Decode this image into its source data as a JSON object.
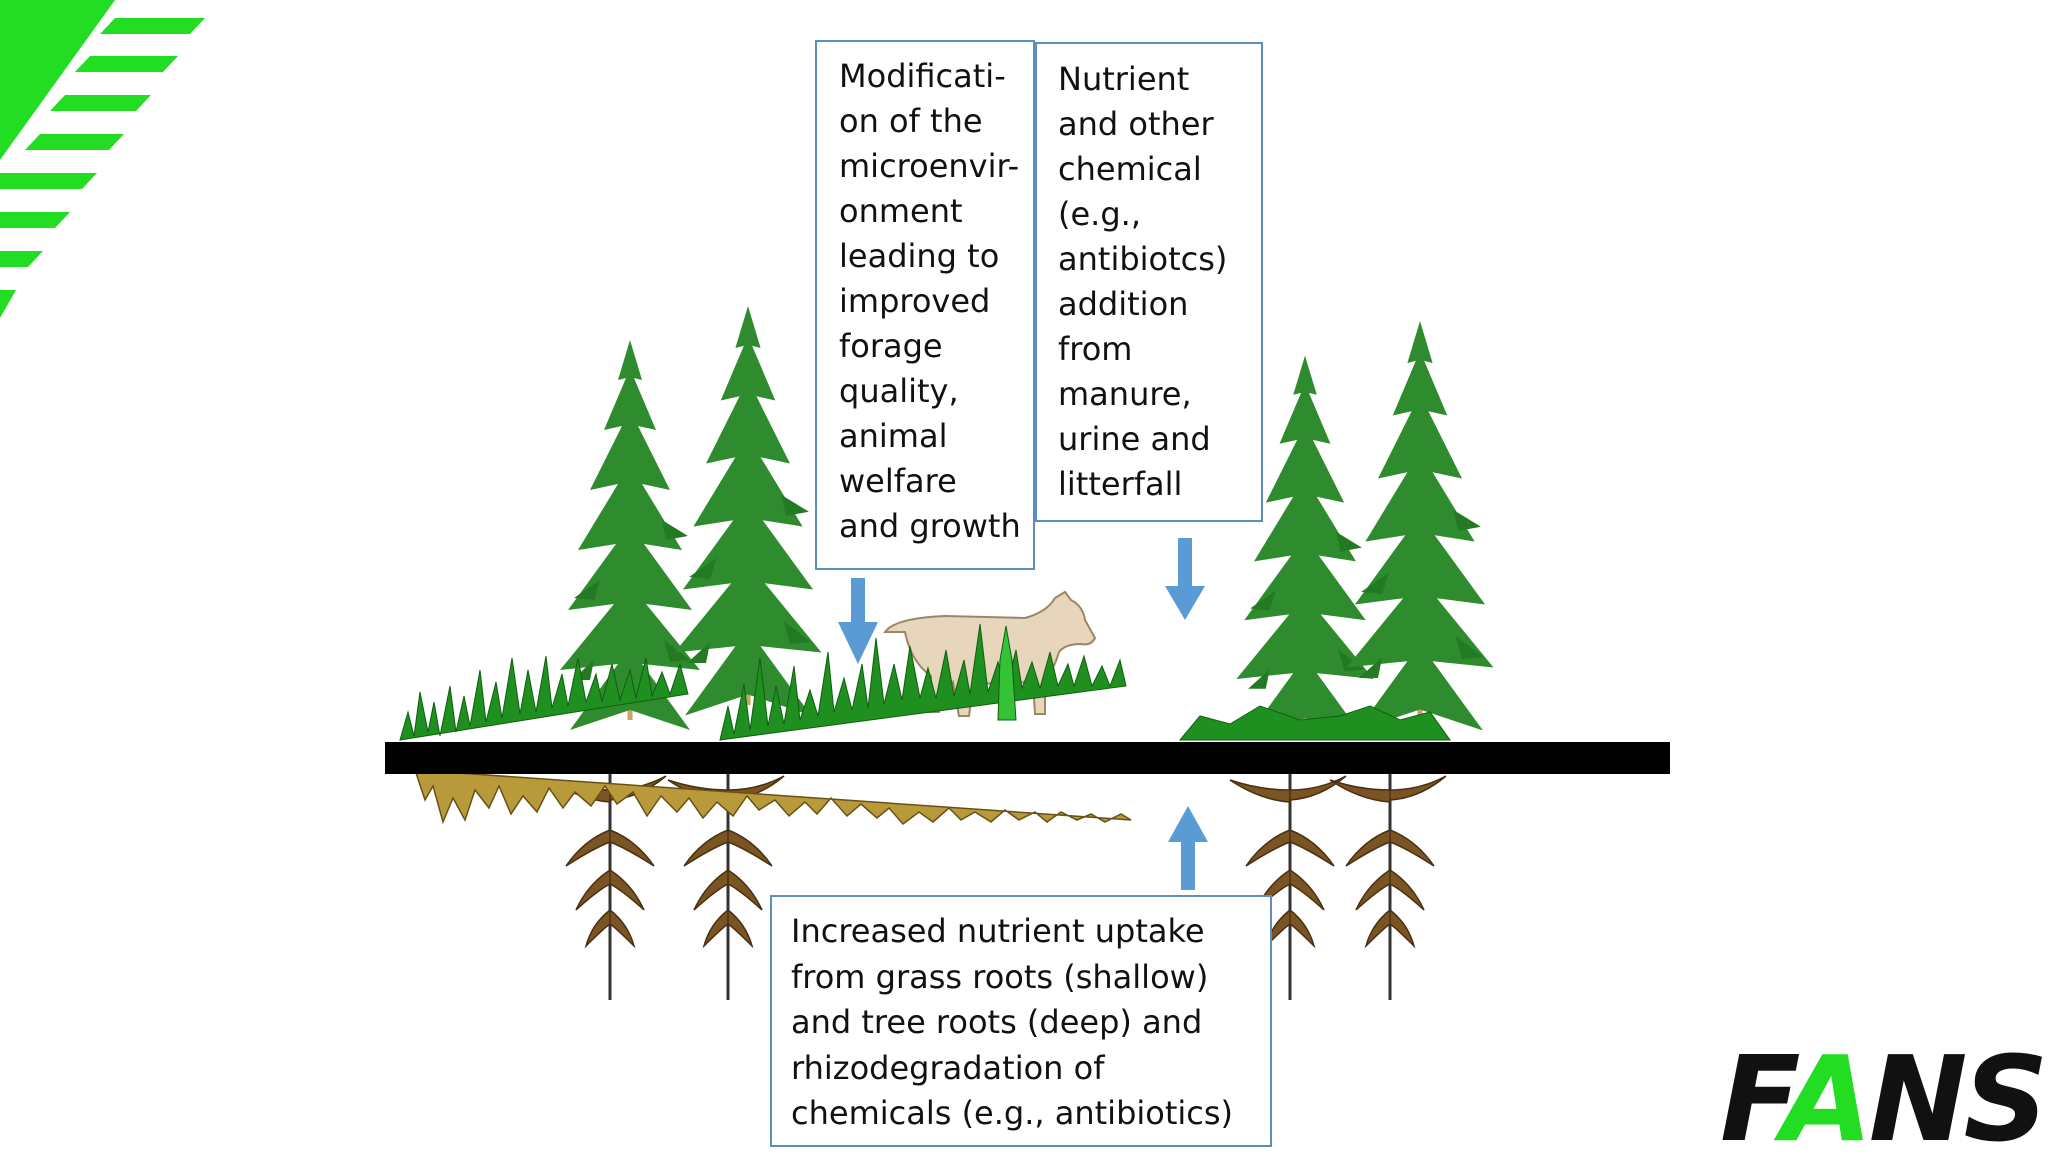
{
  "boxes": {
    "modification": {
      "lines": [
        "Modificati-",
        "on of the",
        "microenvir-",
        "onment",
        "leading to",
        "improved",
        "forage",
        "quality,",
        "animal",
        "welfare",
        "and growth"
      ]
    },
    "nutrient": {
      "lines": [
        "Nutrient",
        "and other",
        "chemical",
        "(e.g.,",
        "antibiotcs)",
        "addition",
        "from",
        "manure,",
        "urine and",
        "litterfall"
      ]
    },
    "increased": {
      "lines": [
        "Increased nutrient uptake",
        "from grass roots (shallow)",
        "and tree roots (deep) and",
        "rhizodegradation of",
        "chemicals (e.g., antibiotics)"
      ]
    }
  },
  "logo": {
    "letter1": "F",
    "letter2": "A",
    "letter3": "NS"
  },
  "colors": {
    "accent_green": "#22dd22",
    "tree_green": "#2e8b2e",
    "arrow_blue": "#5b9bd5",
    "box_border": "#5b8fbe",
    "soil": "#b89a3a",
    "root": "#6b4a1c",
    "ground": "#000000"
  },
  "icons": [
    "stripe-decoration",
    "pine-tree-icon",
    "cow-icon",
    "grass-icon",
    "root-icon",
    "arrow-down-icon",
    "arrow-up-icon"
  ]
}
